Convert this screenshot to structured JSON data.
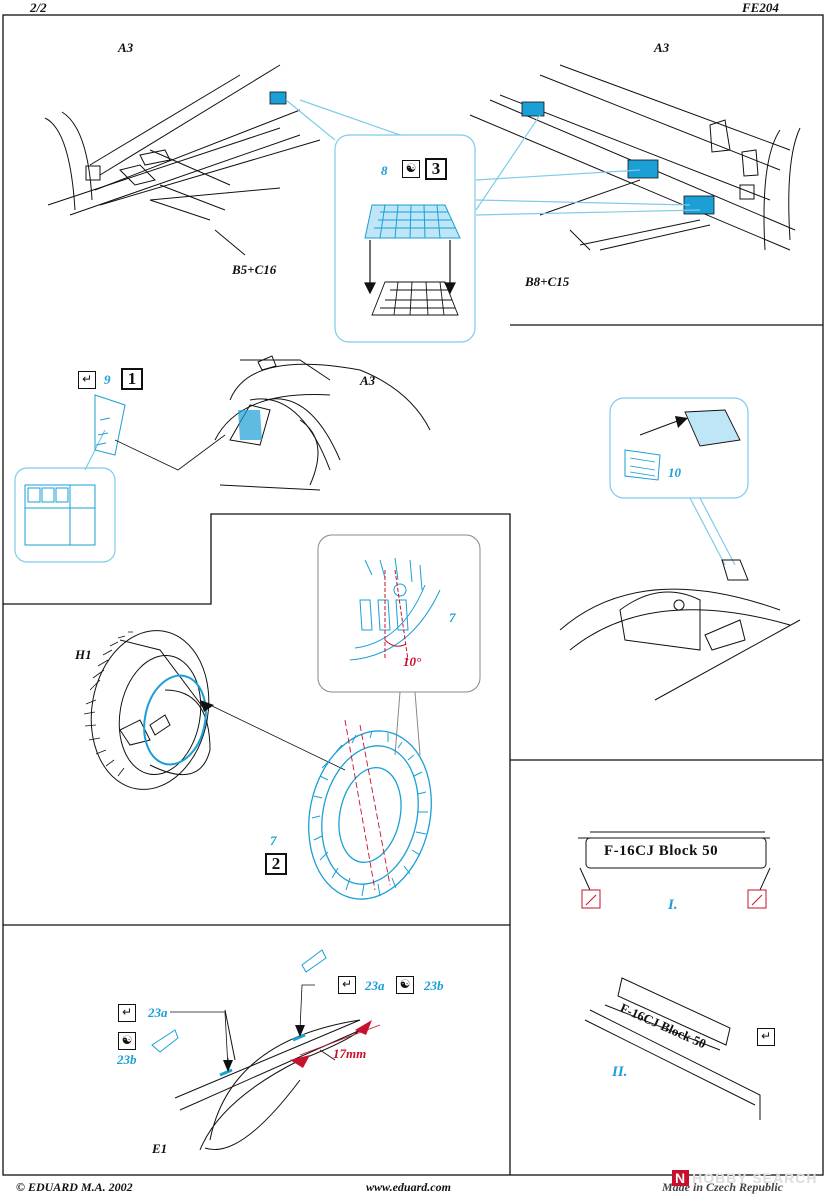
{
  "header": {
    "page": "2/2",
    "code": "FE204"
  },
  "footer": {
    "copyright": "© EDUARD  M.A. 2002",
    "website": "www.eduard.com",
    "made_in": "Made in Czech Republic"
  },
  "watermark": {
    "text": "HOBBY SEARCH",
    "badge": "N"
  },
  "labels": {
    "a3_left": "A3",
    "a3_right": "A3",
    "a3_mid": "A3",
    "b5c16": "B5+C16",
    "b8c15": "B8+C15",
    "h1": "H1",
    "e1": "E1"
  },
  "steps": {
    "s8": {
      "part": "8",
      "step": "3"
    },
    "s9": {
      "part": "9",
      "step": "1"
    },
    "s10": {
      "part": "10"
    },
    "s7a": {
      "part": "7"
    },
    "s7b": {
      "part": "7",
      "step": "2"
    },
    "angle": "10°",
    "s23": {
      "a": "23a",
      "b": "23b",
      "a2": "23a",
      "b2": "23b",
      "distance": "17mm"
    },
    "plate": {
      "text": "F-16CJ Block 50",
      "step_i": "I.",
      "step_ii": "II."
    }
  },
  "icons": {
    "bend": "bend-icon",
    "fold": "fold-icon"
  },
  "colors": {
    "accent": "#1a9fd6",
    "red": "#c8102e",
    "ink": "#111111"
  }
}
